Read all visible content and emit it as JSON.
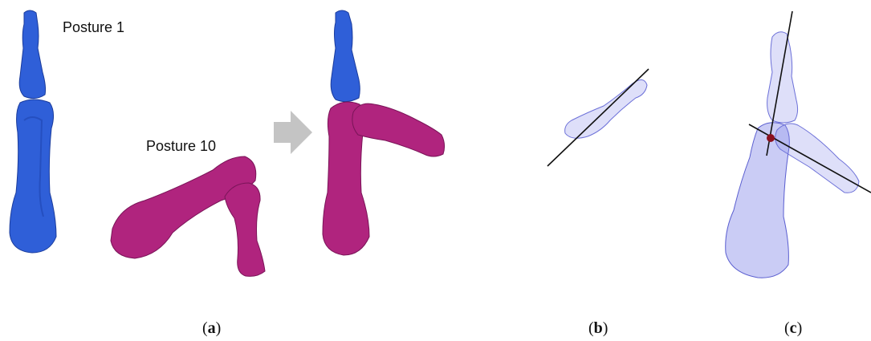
{
  "figure": {
    "labels": {
      "posture_1": "Posture 1",
      "posture_10": "Posture 10"
    },
    "captions": {
      "a": {
        "open": "(",
        "letter": "a",
        "close": ")"
      },
      "b": {
        "open": "(",
        "letter": "b",
        "close": ")"
      },
      "c": {
        "open": "(",
        "letter": "c",
        "close": ")"
      }
    },
    "colors": {
      "posture_1_bone": "#2f5fd8",
      "posture_10_bone": "#b0247e",
      "transparent_bone": "#8a8de8",
      "arrow": "#c4c4c4",
      "axis_line": "#111111",
      "center_point": "#8b1020"
    }
  }
}
